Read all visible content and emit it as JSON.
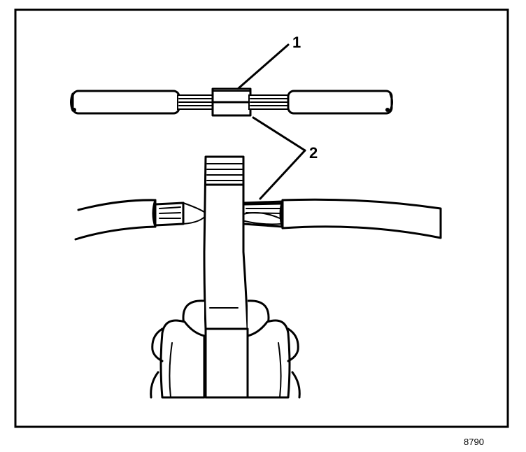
{
  "callouts": {
    "label_1": "1",
    "label_2": "2"
  },
  "figure_number": "8790",
  "colors": {
    "ink": "#000000",
    "paper": "#ffffff"
  }
}
